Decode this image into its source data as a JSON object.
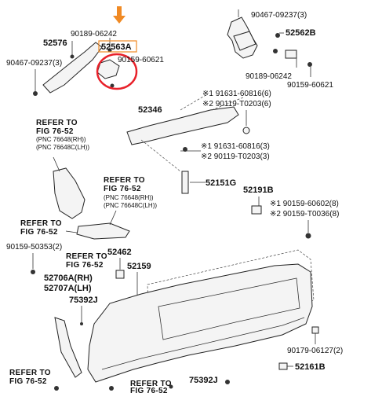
{
  "labels": {
    "p90467_top_right": "90467-09237(3)",
    "p52562B": "52562B",
    "p90189_top_right": "90189-06242",
    "p90159_top_right": "90159-60621",
    "p90189_top_left": "90189-06242",
    "p52576": "52576",
    "p52563A": "52563A",
    "p90159_top_left": "90159-60621",
    "p90467_left": "90467-09237(3)",
    "p91631_a": "※1 91631-60816(6)",
    "p90119_a": "※2 90119-T0203(6)",
    "p52346": "52346",
    "p91631_b": "※1 91631-60816(3)",
    "p90119_b": "※2 90119-T0203(3)",
    "p52151G": "52151G",
    "p52191B": "52191B",
    "p90159_r1": "※1 90159-60602(8)",
    "p90159_r2": "※2 90159-T0036(8)",
    "p90159_53": "90159-50353(2)",
    "p52462": "52462",
    "p52159": "52159",
    "p52706A": "52706A(RH)",
    "p52707A": "52707A(LH)",
    "p75392J_a": "75392J",
    "p75392J_b": "75392J",
    "p90179": "90179-06127(2)",
    "p52161B": "52161B"
  },
  "refs": {
    "ref1_line1": "REFER TO",
    "ref1_line2": "FIG 76-52",
    "ref1_line3": "(PNC 76648(RH))",
    "ref1_line4": "(PNC 76648C(LH))",
    "ref2_line1": "REFER TO",
    "ref2_line2": "FIG 76-52",
    "ref2_line3": "(PNC 76648(RH))",
    "ref2_line4": "(PNC 76648C(LH))",
    "ref3_line1": "REFER TO",
    "ref3_line2": "FIG 76-52",
    "ref4_line1": "REFER TO",
    "ref4_line2": "FIG 76-52",
    "ref5_line1": "REFER TO",
    "ref5_line2": "FIG 76-52",
    "ref6_line1": "REFER TO",
    "ref6_line2": "FIG 76-52"
  },
  "colors": {
    "highlight_circle": "#e8212a",
    "arrow": "#f08a24",
    "box": "#f08a24"
  }
}
